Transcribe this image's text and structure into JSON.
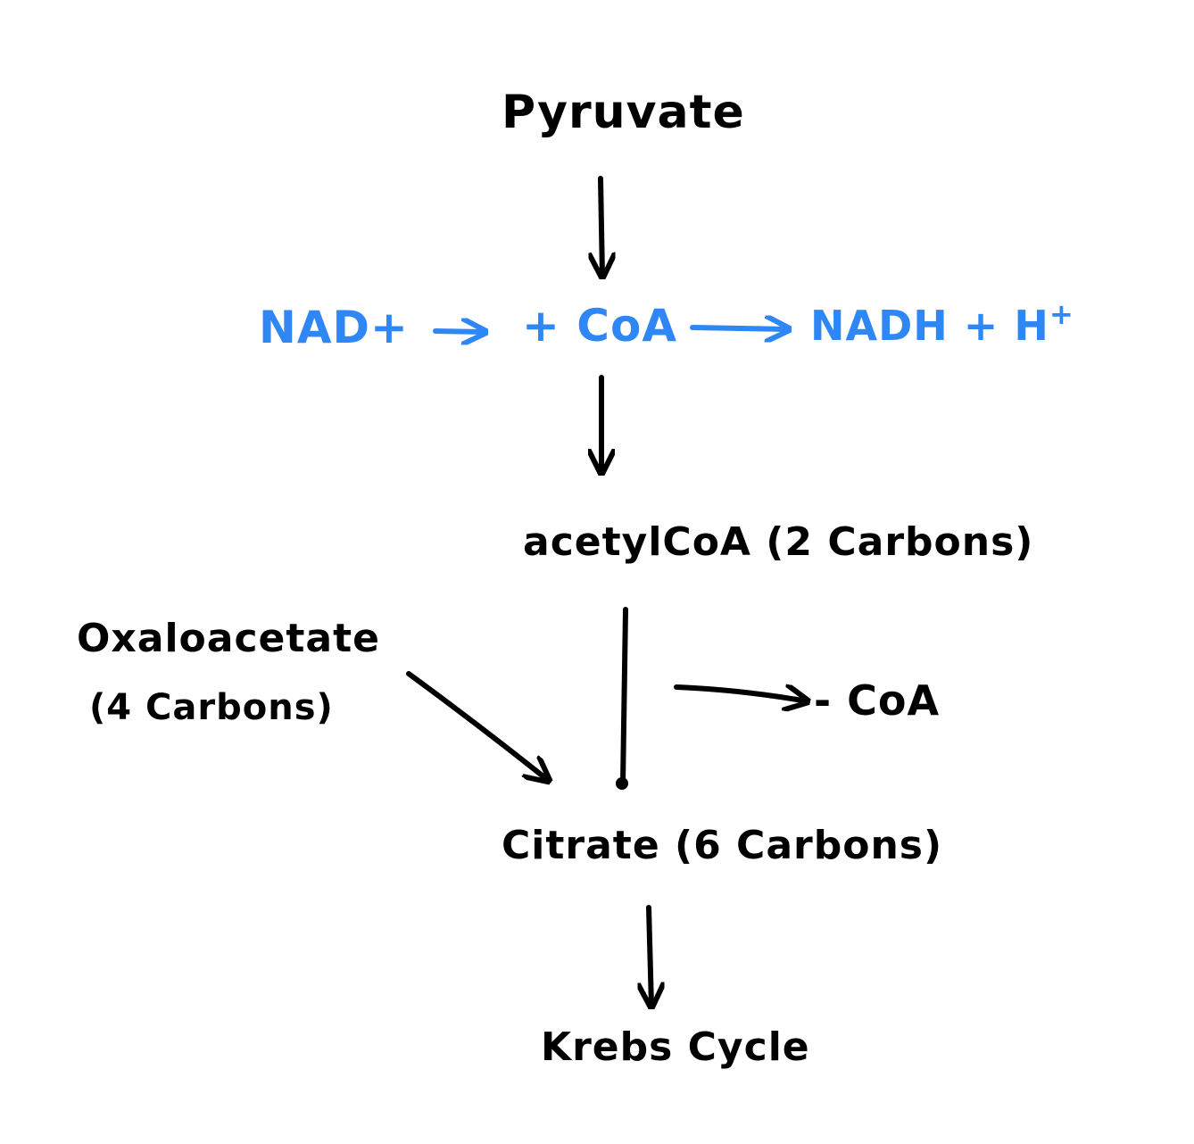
{
  "colors": {
    "ink": "#000000",
    "accent": "#2f86f5"
  },
  "nodes": {
    "pyruvate": "Pyruvate",
    "nad_plus": "NAD+",
    "coa_in": "+ CoA",
    "nadh": "NADH + H",
    "nadh_sup": "+",
    "acetyl_coa": "acetylCoA (2 Carbons)",
    "oxaloacetate": "Oxaloacetate",
    "oxaloacetate_carbons": "(4 Carbons)",
    "coa_out": "- CoA",
    "citrate": "Citrate (6 Carbons)",
    "krebs_cycle": "Krebs Cycle"
  }
}
